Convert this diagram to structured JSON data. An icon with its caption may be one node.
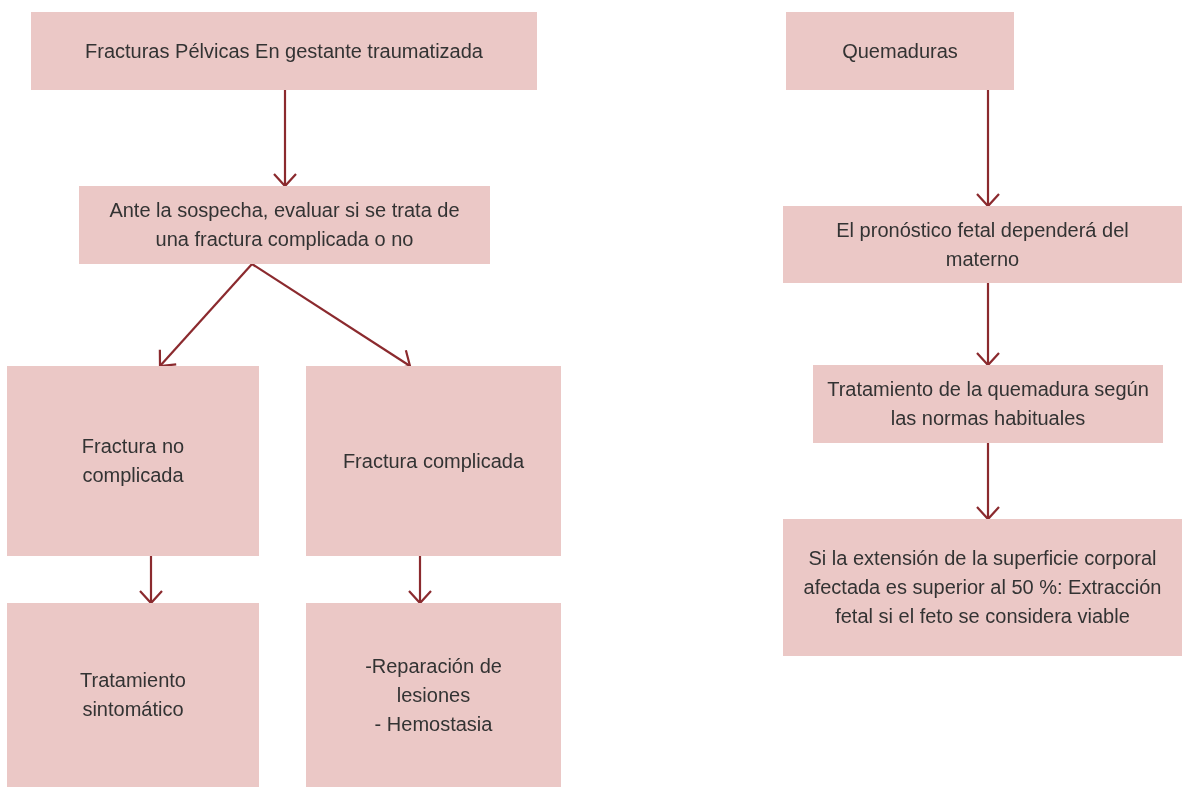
{
  "diagram": {
    "nodes": [
      {
        "text": [
          "Fracturas Pélvicas En gestante traumatizada"
        ]
      },
      {
        "text": [
          "Ante la sospecha, evaluar si se trata de una fractura complicada o no"
        ]
      },
      {
        "text": [
          "Fractura no complicada"
        ]
      },
      {
        "text": [
          "Fractura complicada"
        ]
      },
      {
        "text": [
          "Tratamiento sintomático"
        ]
      },
      {
        "text": [
          "-Reparación de lesiones",
          "- Hemostasia"
        ]
      },
      {
        "text": [
          "Quemaduras"
        ]
      },
      {
        "text": [
          "El pronóstico fetal dependerá del materno"
        ]
      },
      {
        "text": [
          "Tratamiento de la quemadura según las normas habituales"
        ]
      },
      {
        "text": [
          "Si la extensión de la superficie corporal afectada es superior al 50 %: Extracción fetal si el feto se considera viable"
        ]
      }
    ],
    "edges": [
      {
        "from": 0,
        "to": 1,
        "arrow": "to"
      },
      {
        "from": 1,
        "to": 2,
        "arrow": "to"
      },
      {
        "from": 1,
        "to": 3,
        "arrow": "to"
      },
      {
        "from": 2,
        "to": 4,
        "arrow": "to"
      },
      {
        "from": 3,
        "to": 5,
        "arrow": "to"
      },
      {
        "from": 6,
        "to": 7,
        "arrow": "to"
      },
      {
        "from": 7,
        "to": 8,
        "arrow": "to"
      },
      {
        "from": 8,
        "to": 9,
        "arrow": "to"
      }
    ]
  }
}
